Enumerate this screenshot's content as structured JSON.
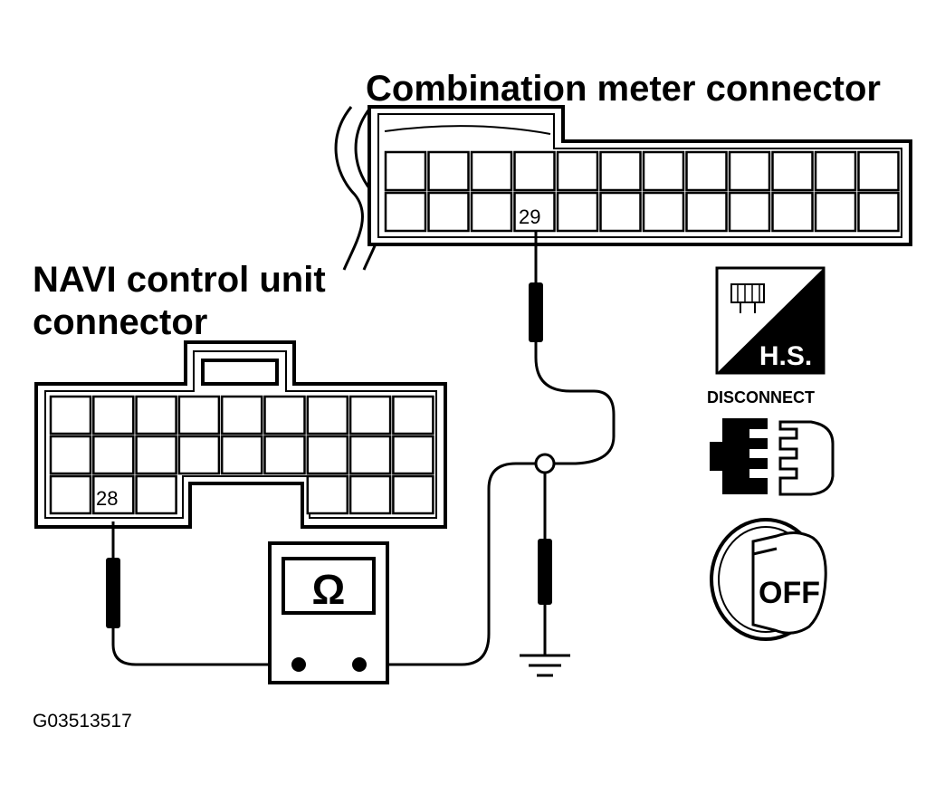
{
  "labels": {
    "combination_meter_connector": "Combination meter connector",
    "navi_line1": "NAVI control unit",
    "navi_line2": "connector",
    "pin_combination": "29",
    "pin_navi": "28",
    "ohmmeter_symbol": "Ω",
    "hs_badge": "H.S.",
    "disconnect_label": "DISCONNECT",
    "ignition_state": "OFF",
    "figure_code": "G03513517"
  },
  "icons": [
    "harness-side-icon",
    "disconnect-connector-icon",
    "ignition-off-icon",
    "ground-icon",
    "ohmmeter-icon"
  ]
}
